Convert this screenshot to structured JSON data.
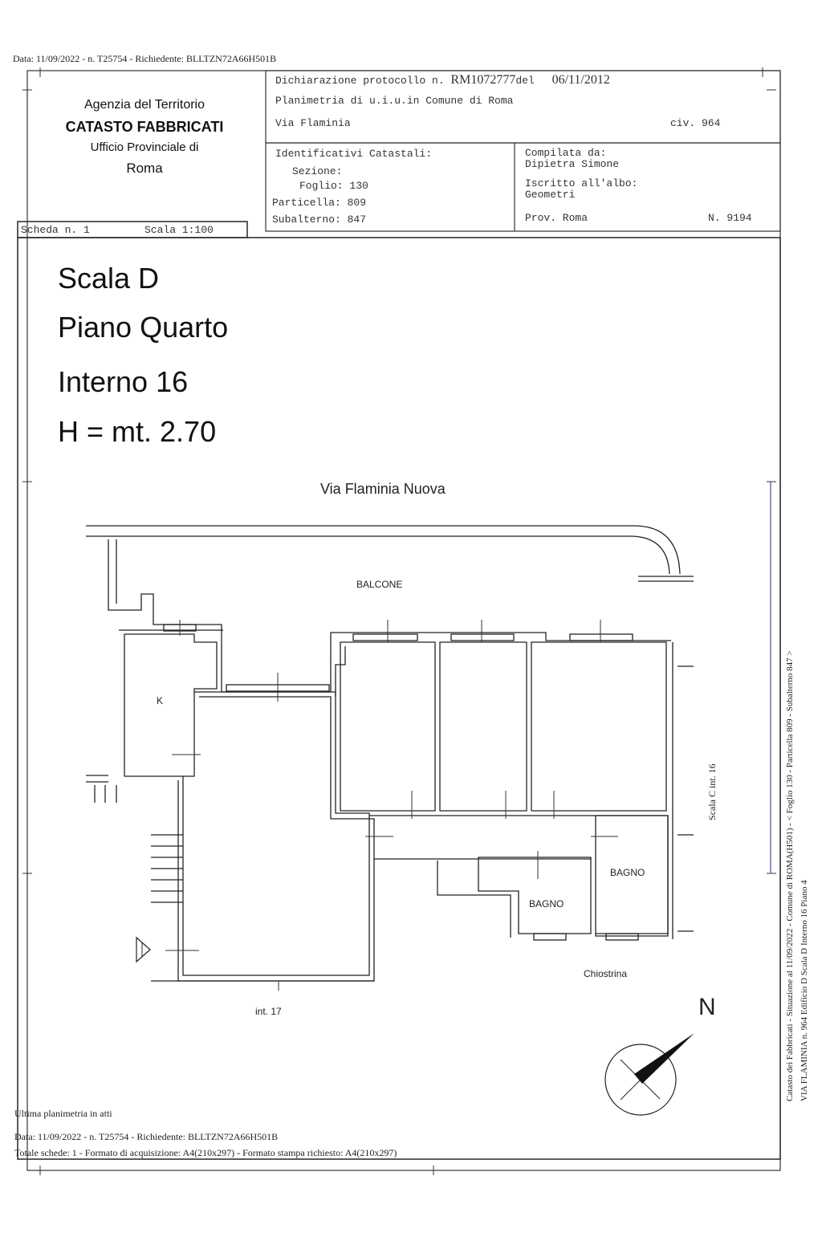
{
  "top_meta": "Data: 11/09/2022 - n. T25754 - Richiedente: BLLTZN72A66H501B",
  "agency": {
    "line1": "Agenzia del Territorio",
    "line2": "CATASTO FABBRICATI",
    "line3": "Ufficio Provinciale di",
    "line4": "Roma"
  },
  "header": {
    "protocol_label": "Dichiarazione protocollo n.",
    "protocol_number": "RM1072777",
    "protocol_del": "del",
    "protocol_date": "06/11/2012",
    "planimetria": "Planimetria di u.i.u.in Comune di Roma",
    "via": "Via Flaminia",
    "civ": "civ. 964"
  },
  "catastali": {
    "title": "Identificativi Catastali:",
    "sezione": "Sezione:",
    "foglio": "Foglio: 130",
    "particella": "Particella: 809",
    "subalterno": "Subalterno: 847"
  },
  "compilata": {
    "title": "Compilata da:",
    "name": "Dipietra Simone",
    "albo": "Iscritto all'albo:",
    "albo_value": "Geometri",
    "prov": "Prov. Roma",
    "number": "N. 9194"
  },
  "scheda": {
    "label": "Scheda n. 1",
    "scale": "Scala 1:100"
  },
  "title_block": {
    "scala": "Scala D",
    "piano": "Piano Quarto",
    "interno": "Interno 16",
    "height": "H = mt. 2.70"
  },
  "plan_labels": {
    "street": "Via Flaminia Nuova",
    "balcone": "BALCONE",
    "kitchen": "K",
    "bagno1": "BAGNO",
    "bagno2": "BAGNO",
    "chiostrina": "Chiostrina",
    "int17": "int. 17",
    "scala_c": "Scala C int. 16",
    "north": "N"
  },
  "footer": {
    "ultima": "Ultima planimetria in atti",
    "data": "Data: 11/09/2022 - n. T25754 - Richiedente: BLLTZN72A66H501B",
    "totale": "Totale schede: 1 - Formato di acquisizione: A4(210x297) - Formato stampa richiesto: A4(210x297)"
  },
  "side_text": {
    "line1": "Catasto dei Fabbricati - Situazione al 11/09/2022 - Comune di ROMA(H501) - < Foglio 130 - Particella 809 - Subalterno 847 >",
    "line2": "VIA FLAMINIA n. 964 Edificio D Scala D Interno 16 Piano 4"
  }
}
